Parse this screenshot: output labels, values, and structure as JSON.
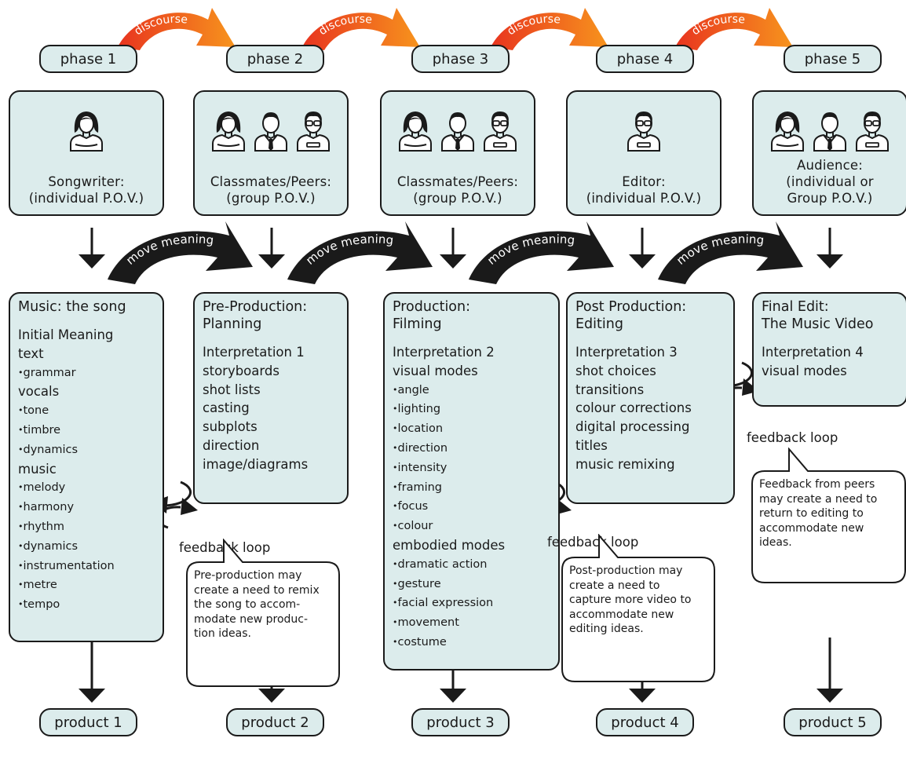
{
  "arc_labels": {
    "discourse": "discourse",
    "move_meaning": "move meaning"
  },
  "columns": [
    {
      "phase": "phase 1",
      "role_lines": [
        "Songwriter:",
        "(individual P.O.V.)"
      ],
      "people": [
        "female-person-icon"
      ],
      "stage_title": [
        "Music: the song"
      ],
      "stage_items": [
        {
          "text": "Initial Meaning",
          "kind": "line"
        },
        {
          "text": "text",
          "kind": "line"
        },
        {
          "text": "grammar",
          "kind": "bullet"
        },
        {
          "text": "vocals",
          "kind": "line"
        },
        {
          "text": "tone",
          "kind": "bullet"
        },
        {
          "text": "timbre",
          "kind": "bullet"
        },
        {
          "text": "dynamics",
          "kind": "bullet"
        },
        {
          "text": "music",
          "kind": "line"
        },
        {
          "text": "melody",
          "kind": "bullet"
        },
        {
          "text": "harmony",
          "kind": "bullet"
        },
        {
          "text": "rhythm",
          "kind": "bullet"
        },
        {
          "text": "dynamics",
          "kind": "bullet"
        },
        {
          "text": "instrumentation",
          "kind": "bullet"
        },
        {
          "text": "metre",
          "kind": "bullet"
        },
        {
          "text": "tempo",
          "kind": "bullet"
        }
      ],
      "product": "product 1"
    },
    {
      "phase": "phase 2",
      "role_lines": [
        "Classmates/Peers:",
        "(group P.O.V.)"
      ],
      "people": [
        "female-person-icon",
        "male-person-icon",
        "glasses-person-icon"
      ],
      "stage_title": [
        "Pre-Production:",
        "Planning"
      ],
      "stage_items": [
        {
          "text": "Interpretation 1",
          "kind": "line"
        },
        {
          "text": "storyboards",
          "kind": "line"
        },
        {
          "text": "shot lists",
          "kind": "line"
        },
        {
          "text": "casting",
          "kind": "line"
        },
        {
          "text": "subplots",
          "kind": "line"
        },
        {
          "text": "direction",
          "kind": "line"
        },
        {
          "text": "image/diagrams",
          "kind": "line"
        }
      ],
      "product": "product 2"
    },
    {
      "phase": "phase 3",
      "role_lines": [
        "Classmates/Peers:",
        "(group P.O.V.)"
      ],
      "people": [
        "female-person-icon",
        "male-person-icon",
        "glasses-person-icon"
      ],
      "stage_title": [
        "Production:",
        "Filming"
      ],
      "stage_items": [
        {
          "text": "Interpretation 2",
          "kind": "line"
        },
        {
          "text": "visual modes",
          "kind": "line"
        },
        {
          "text": "angle",
          "kind": "bullet"
        },
        {
          "text": "lighting",
          "kind": "bullet"
        },
        {
          "text": "location",
          "kind": "bullet"
        },
        {
          "text": "direction",
          "kind": "bullet"
        },
        {
          "text": "intensity",
          "kind": "bullet"
        },
        {
          "text": "framing",
          "kind": "bullet"
        },
        {
          "text": "focus",
          "kind": "bullet"
        },
        {
          "text": "colour",
          "kind": "bullet"
        },
        {
          "text": "embodied modes",
          "kind": "line"
        },
        {
          "text": "dramatic action",
          "kind": "bullet"
        },
        {
          "text": "gesture",
          "kind": "bullet"
        },
        {
          "text": "facial expression",
          "kind": "bullet"
        },
        {
          "text": "movement",
          "kind": "bullet"
        },
        {
          "text": "costume",
          "kind": "bullet"
        }
      ],
      "product": "product 3"
    },
    {
      "phase": "phase 4",
      "role_lines": [
        "Editor:",
        "(individual P.O.V.)"
      ],
      "people": [
        "glasses-person-icon"
      ],
      "stage_title": [
        "Post Production:",
        "Editing"
      ],
      "stage_items": [
        {
          "text": "Interpretation 3",
          "kind": "line"
        },
        {
          "text": "shot choices",
          "kind": "line"
        },
        {
          "text": "transitions",
          "kind": "line"
        },
        {
          "text": "colour corrections",
          "kind": "line"
        },
        {
          "text": "digital processing",
          "kind": "line"
        },
        {
          "text": "titles",
          "kind": "line"
        },
        {
          "text": "music remixing",
          "kind": "line"
        }
      ],
      "product": "product 4"
    },
    {
      "phase": "phase 5",
      "role_lines": [
        "Audience:",
        "(individual or",
        "Group  P.O.V.)"
      ],
      "people": [
        "female-person-icon",
        "male-person-icon",
        "glasses-person-icon"
      ],
      "stage_title": [
        "Final Edit:",
        "The Music Video"
      ],
      "stage_items": [
        {
          "text": "Interpretation 4",
          "kind": "line"
        },
        {
          "text": "visual modes",
          "kind": "line"
        }
      ],
      "product": "product 5"
    }
  ],
  "feedback_loops": [
    {
      "label": "feedback loop",
      "note_lines": [
        "Pre-production may",
        "create a need to remix",
        "the song to accom-",
        "modate new produc-",
        "tion ideas."
      ]
    },
    {
      "label": "feedback loop",
      "note_lines": [
        "Post-production may",
        "create a need to",
        "capture more video to",
        "accommodate new",
        "editing ideas."
      ]
    },
    {
      "label": "feedback loop",
      "note_lines": [
        "Feedback from peers",
        "may create a need to",
        "return to editing to",
        "accommodate new",
        "ideas."
      ]
    }
  ],
  "colors": {
    "box_fill": "#dcecec",
    "stroke": "#1a1a1a",
    "discourse_arrow_start": "#e8341f",
    "discourse_arrow_end": "#f7941d"
  }
}
